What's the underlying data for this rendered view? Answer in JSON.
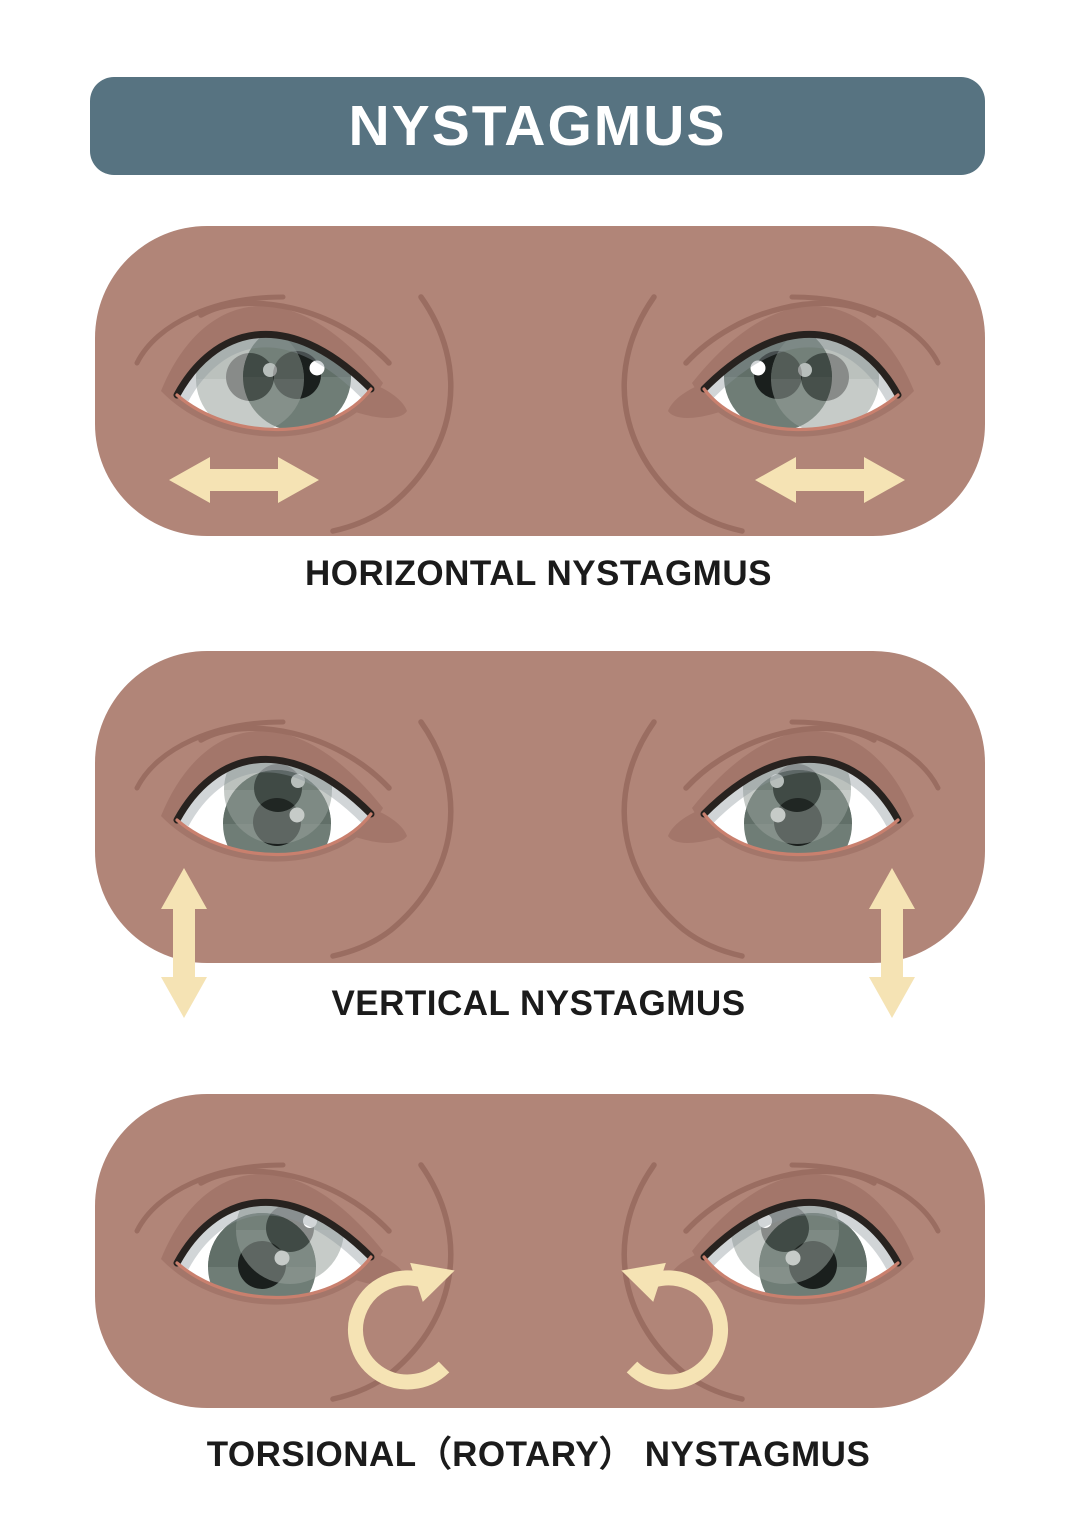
{
  "title": "NYSTAGMUS",
  "panels": [
    {
      "label": "HORIZONTAL NYSTAGMUS",
      "motion": "horizontal",
      "arrow_icon": "left-right-double-arrow-icon"
    },
    {
      "label": "VERTICAL NYSTAGMUS",
      "motion": "vertical",
      "arrow_icon": "up-down-double-arrow-icon"
    },
    {
      "label": "TORSIONAL（ROTARY） NYSTAGMUS",
      "motion": "torsional",
      "arrow_icon": "circular-rotation-arrow-icon"
    }
  ],
  "colors": {
    "background": "#ffffff",
    "banner": "#577381",
    "banner_text": "#ffffff",
    "skin": "#b18578",
    "skin_shadow": "#a3766a",
    "contour_line": "#9a6d61",
    "sclera": "#ffffff",
    "iris": "#6f7d76",
    "pupil": "#1a1f1d",
    "lash": "#27221f",
    "lower_lid": "#c9806e",
    "arrow": "#f5e3b4",
    "label_text": "#1b1b1b"
  }
}
